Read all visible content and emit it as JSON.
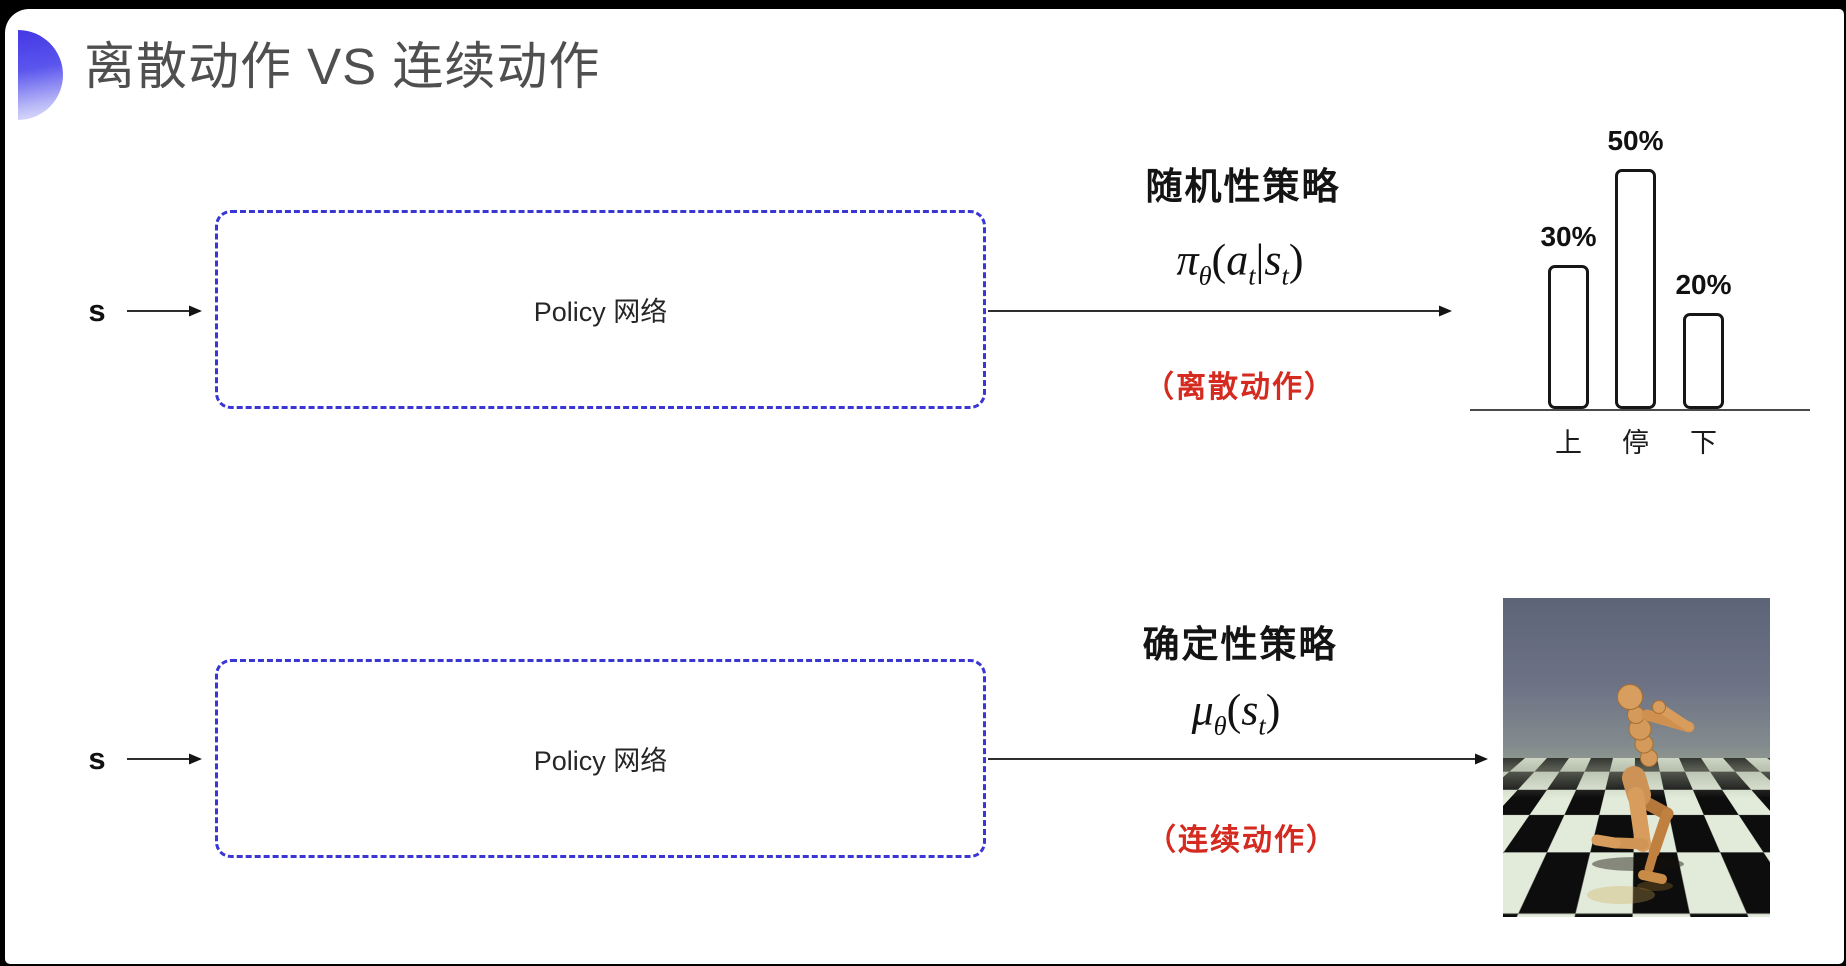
{
  "title": {
    "text": "离散动作 VS 连续动作"
  },
  "top_row": {
    "input_label": "s",
    "box_label": "Policy 网络",
    "policy_title": "随机性策略",
    "formula": [
      {
        "t": "π",
        "it": 1
      },
      {
        "t": "θ",
        "sub": 1
      },
      {
        "t": "("
      },
      {
        "t": "a",
        "it": 1
      },
      {
        "t": "t",
        "sub": 1
      },
      {
        "t": "|"
      },
      {
        "t": "s",
        "it": 1
      },
      {
        "t": "t",
        "sub": 1
      },
      {
        "t": ")"
      }
    ],
    "action_type": "（离散动作）"
  },
  "bottom_row": {
    "input_label": "s",
    "box_label": "Policy 网络",
    "policy_title": "确定性策略",
    "formula": [
      {
        "t": "μ",
        "it": 1
      },
      {
        "t": "θ",
        "sub": 1
      },
      {
        "t": "("
      },
      {
        "t": "s",
        "it": 1
      },
      {
        "t": "t",
        "sub": 1
      },
      {
        "t": ")"
      }
    ],
    "action_type": "（连续动作）"
  },
  "chart_data": {
    "type": "bar",
    "categories": [
      "上",
      "停",
      "下"
    ],
    "values": [
      30,
      50,
      20
    ],
    "labels": [
      "30%",
      "50%",
      "20%"
    ],
    "title": "",
    "xlabel": "",
    "ylabel": "",
    "ylim": [
      0,
      55
    ],
    "grid": false,
    "legend": false,
    "bar_style": "outlined-rounded"
  },
  "colors": {
    "accent_blue": "#3a36d4",
    "action_red": "#d42a20",
    "bar_outline": "#161616",
    "title_gray": "#4f4f4f"
  }
}
